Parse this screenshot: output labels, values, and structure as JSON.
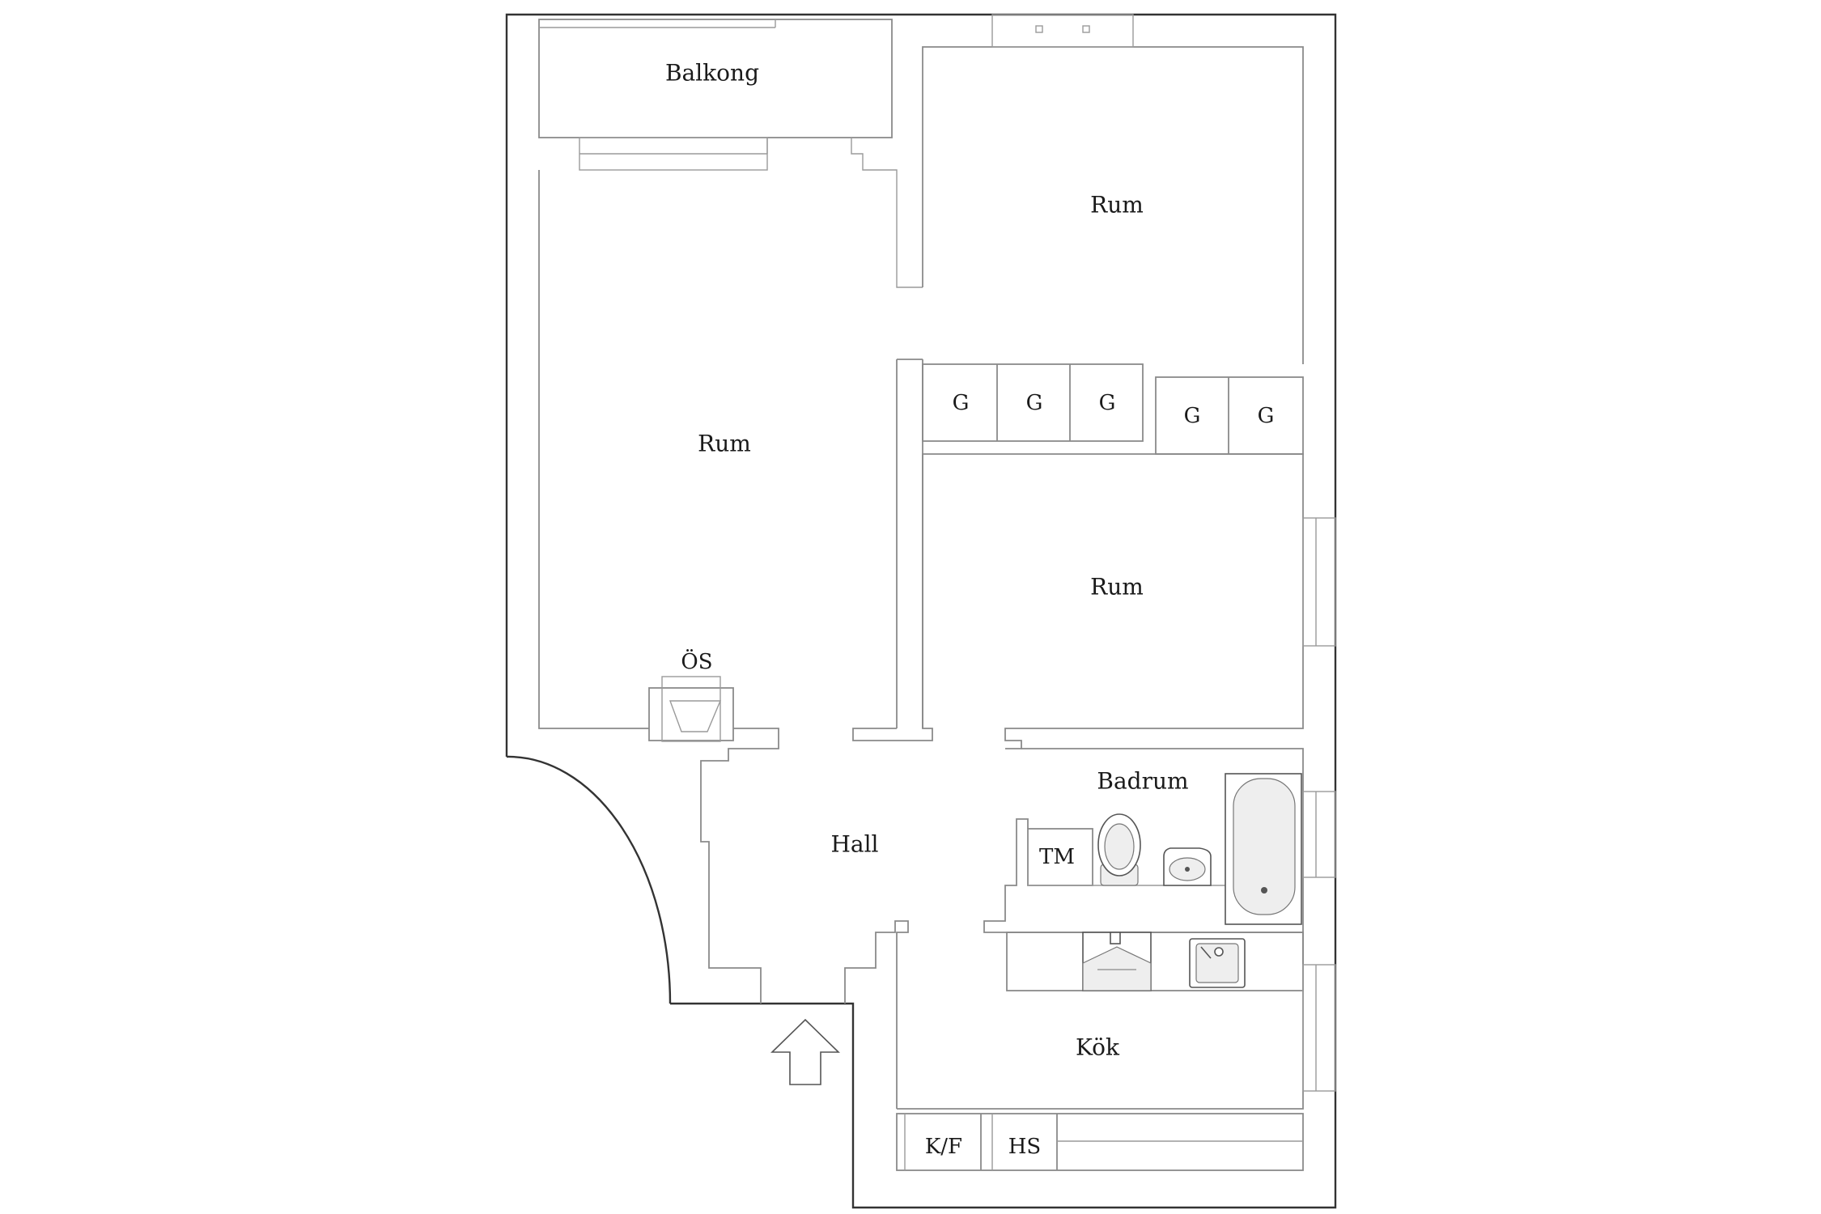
{
  "labels": {
    "balcony": "Balkong",
    "room_top_right": "Rum",
    "room_left": "Rum",
    "room_mid_right": "Rum",
    "wardrobe_1": "G",
    "wardrobe_2": "G",
    "wardrobe_3": "G",
    "wardrobe_4": "G",
    "wardrobe_5": "G",
    "tiled_stove": "ÖS",
    "hall": "Hall",
    "bathroom": "Badrum",
    "washing_machine": "TM",
    "kitchen": "Kök",
    "fridge_freezer": "K/F",
    "tall_cabinet": "HS"
  },
  "icons": {
    "entrance": "up-arrow-icon",
    "toilet": "toilet-icon",
    "sink": "washbasin-icon",
    "bathtub": "bathtub-icon",
    "stove": "stove-icon",
    "kitchen_sink": "kitchen-sink-icon",
    "door_swing": "door-swing-arc"
  },
  "colors": {
    "outer_wall": "#333333",
    "inner_wall": "#8a8a8a",
    "background": "#ffffff"
  }
}
